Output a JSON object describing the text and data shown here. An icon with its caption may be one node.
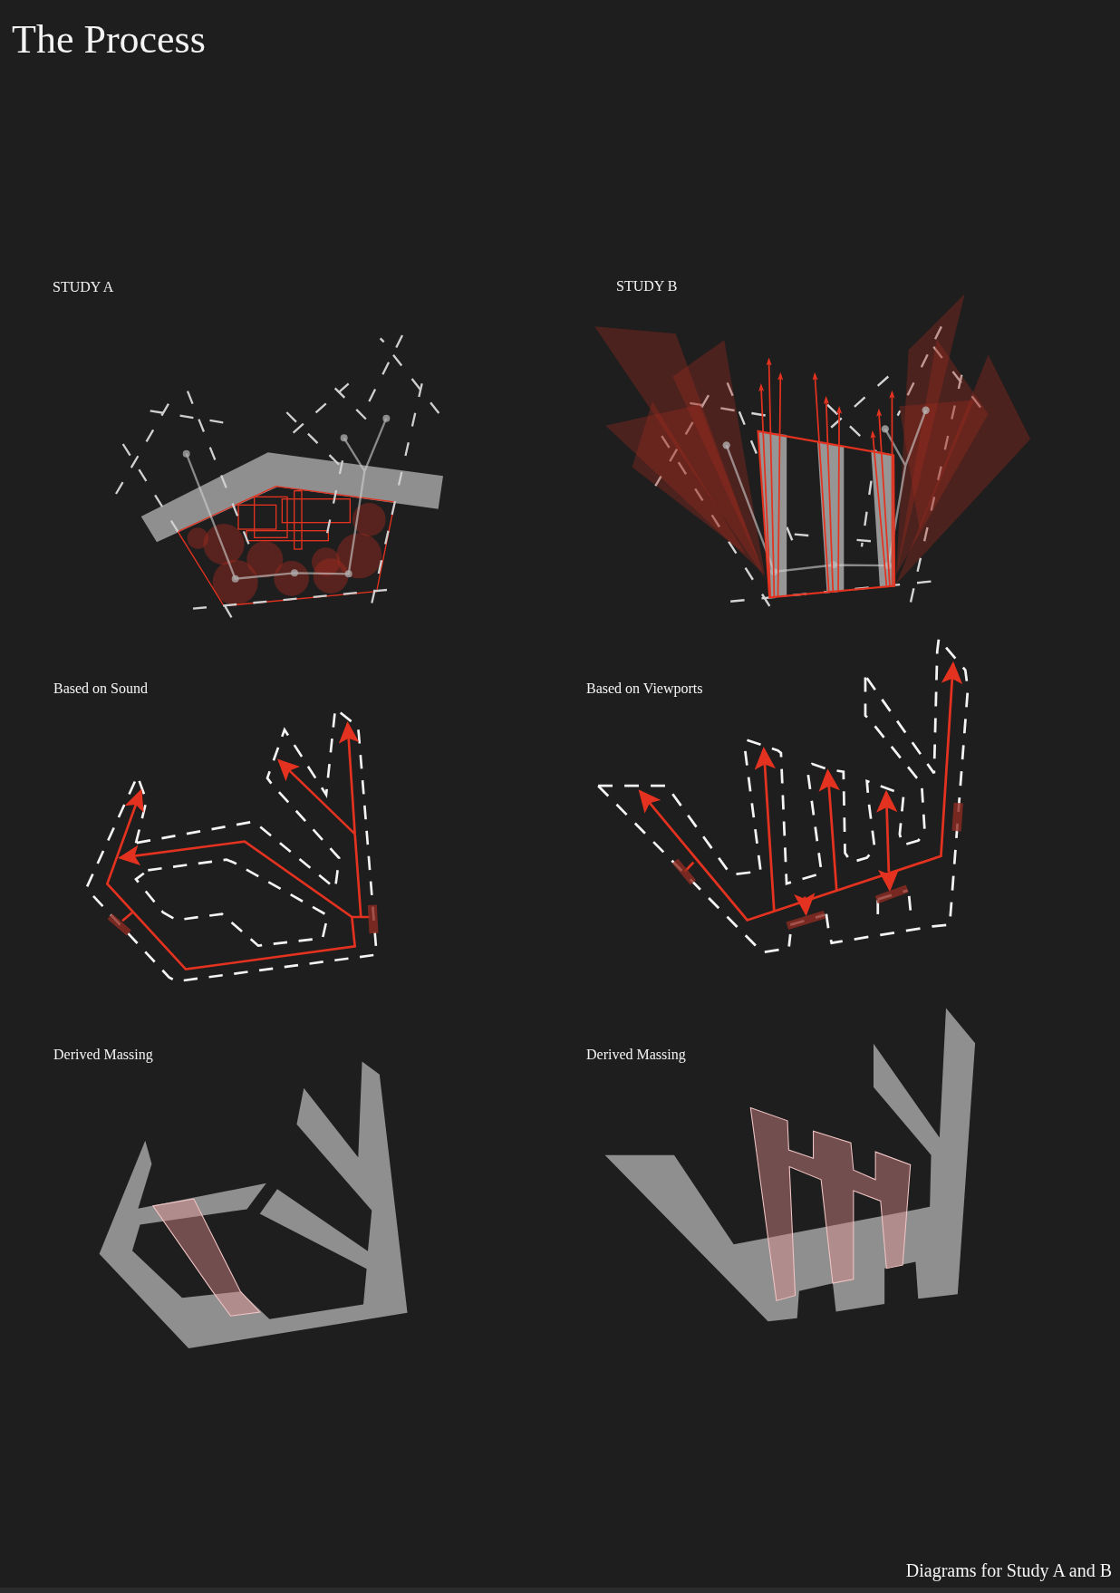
{
  "diagram": {
    "title": "The Process",
    "labels": [
      "STUDY A",
      "STUDY B",
      "Based on Sound",
      "Based on Viewports",
      "Derived Massing",
      "Derived Massing"
    ],
    "caption": "Diagrams for Study A and B"
  }
}
